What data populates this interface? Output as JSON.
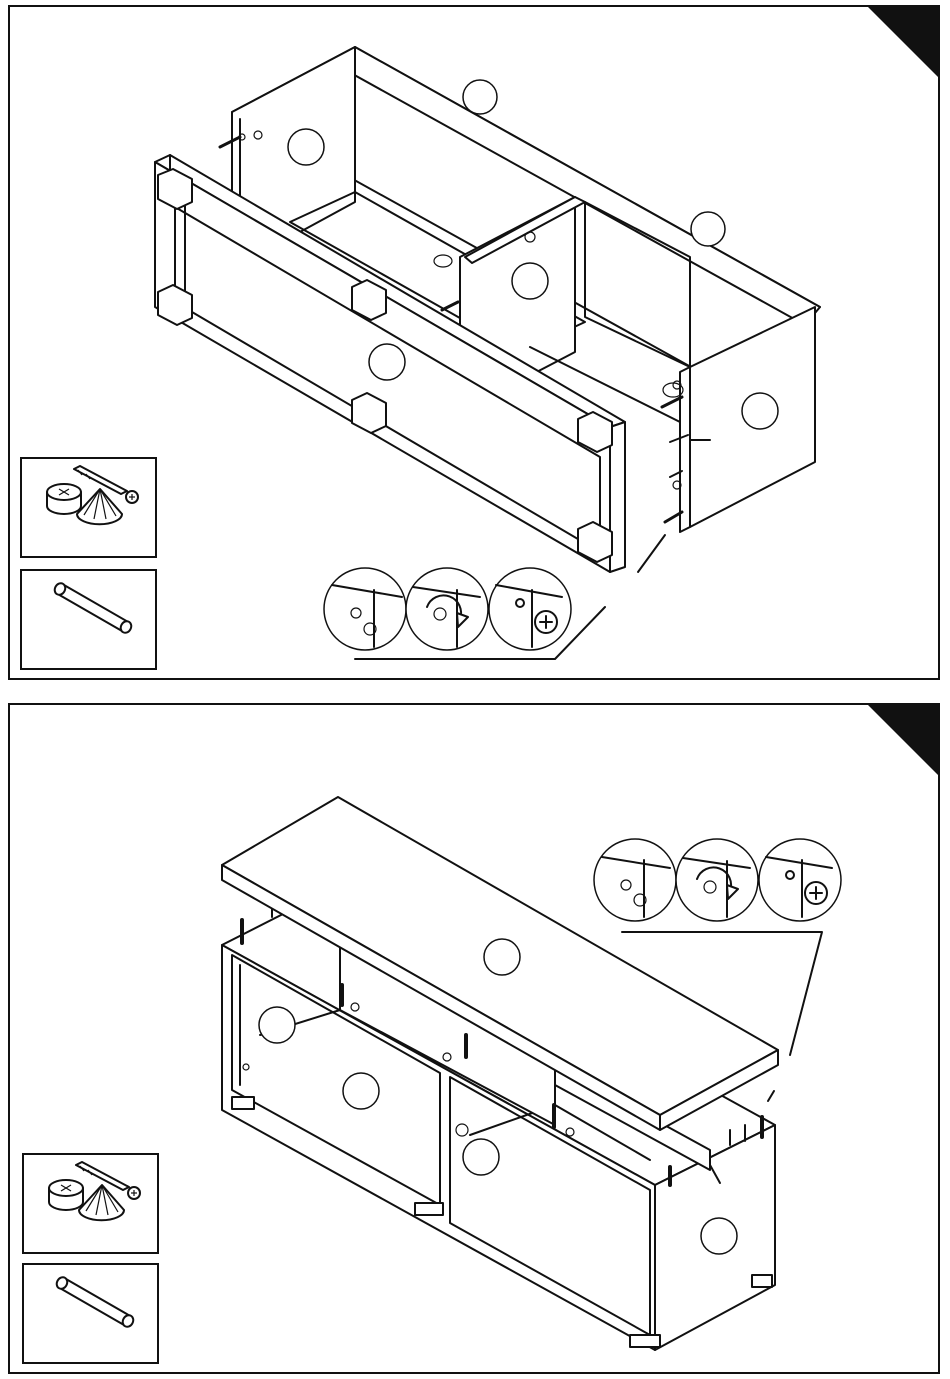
{
  "steps": [
    {
      "part_markers": [
        "",
        "",
        "",
        "",
        "",
        ""
      ],
      "hardware": [
        "cam-lock-fitting",
        "wooden-dowel"
      ],
      "detail_sequence": [
        "insert-cam",
        "rotate-clockwise",
        "tightened"
      ]
    },
    {
      "part_markers": [
        "",
        "",
        "",
        "",
        "",
        ""
      ],
      "hardware": [
        "cam-lock-fitting",
        "wooden-dowel"
      ],
      "detail_sequence": [
        "insert-cam",
        "rotate-clockwise",
        "tightened"
      ]
    }
  ],
  "colors": {
    "line": "#111111",
    "background": "#ffffff",
    "corner_tab": "#111111"
  }
}
